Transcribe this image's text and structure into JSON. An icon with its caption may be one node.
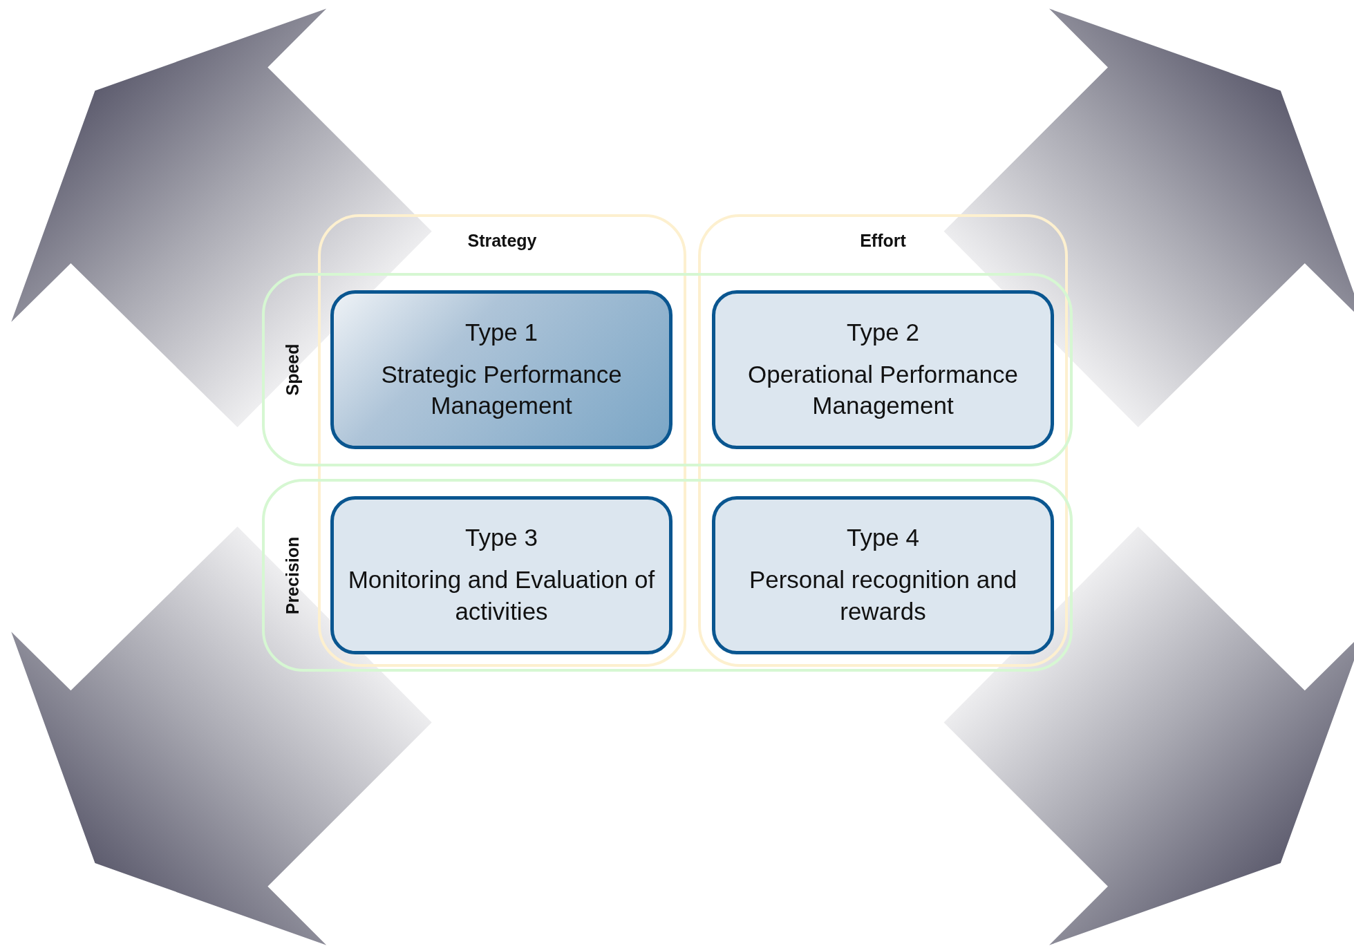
{
  "diagram": {
    "nodes": [
      {
        "text": [
          "Strategy"
        ]
      },
      {
        "text": [
          "Effort"
        ]
      },
      {
        "text": [
          "Speed"
        ]
      },
      {
        "text": [
          "Precision"
        ]
      },
      {
        "text": [
          "Type 1",
          "Strategic Performance Management"
        ]
      },
      {
        "text": [
          "Type 2",
          "Operational Performance Management"
        ]
      },
      {
        "text": [
          "Type 3",
          "Monitoring and Evaluation of activities"
        ]
      },
      {
        "text": [
          "Type 4",
          "Personal recognition and rewards"
        ]
      }
    ]
  }
}
